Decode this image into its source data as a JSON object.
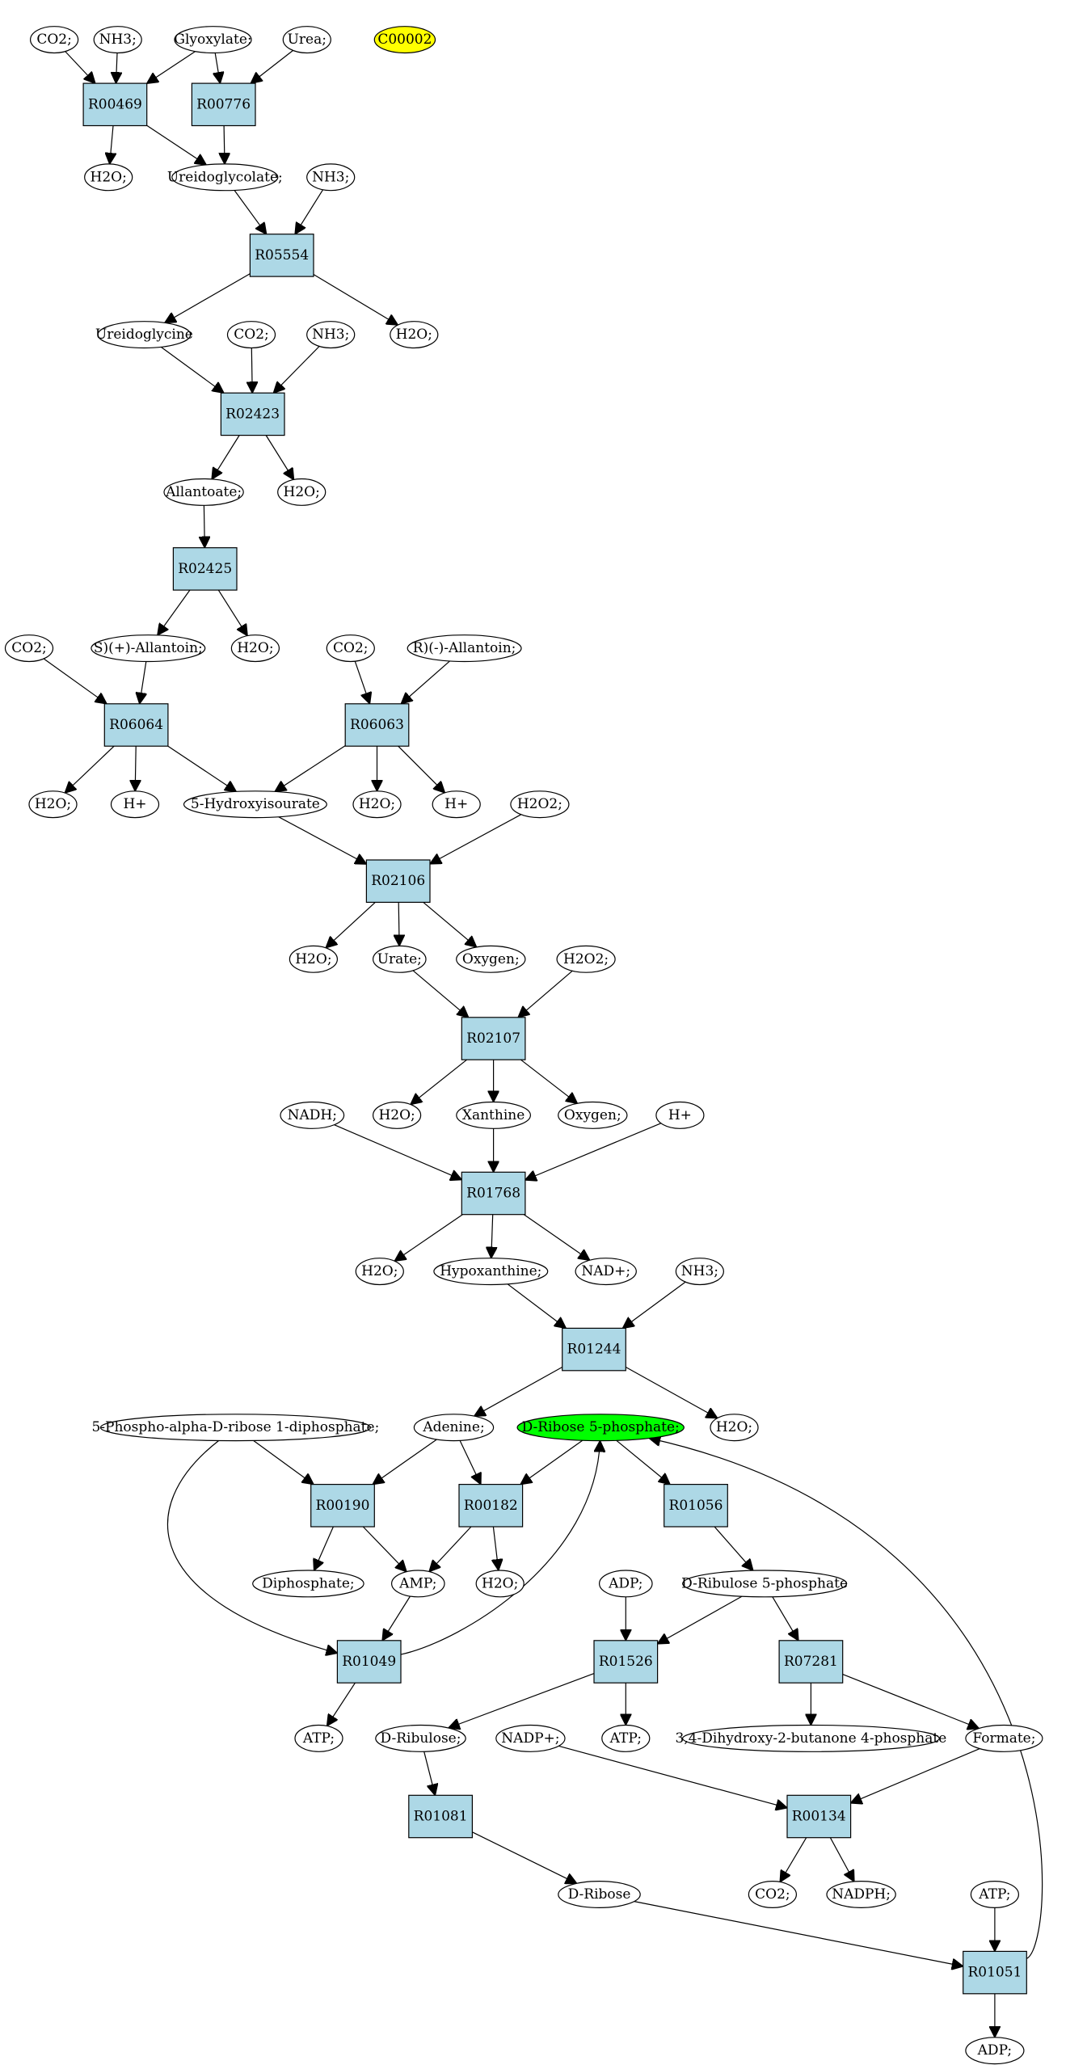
{
  "colors": {
    "reaction_fill": "#add8e6",
    "metabolite_fill": "#ffffff",
    "highlight_yellow": "#ffff00",
    "highlight_green": "#00ff00",
    "stroke": "#000000"
  },
  "nodes": {
    "c_co2_1": {
      "label": "CO2;",
      "kind": "metabolite"
    },
    "c_nh3_1": {
      "label": "NH3;",
      "kind": "metabolite"
    },
    "c_glyoxylate": {
      "label": "Glyoxylate;",
      "kind": "metabolite"
    },
    "c_urea": {
      "label": "Urea;",
      "kind": "metabolite"
    },
    "c_c00002": {
      "label": "C00002",
      "kind": "metabolite",
      "fill": "yellow"
    },
    "r_r00469": {
      "label": "R00469",
      "kind": "reaction"
    },
    "r_r00776": {
      "label": "R00776",
      "kind": "reaction"
    },
    "c_h2o_1": {
      "label": "H2O;",
      "kind": "metabolite"
    },
    "c_ureidoglycolate": {
      "label": "Ureidoglycolate;",
      "kind": "metabolite"
    },
    "c_nh3_2": {
      "label": "NH3;",
      "kind": "metabolite"
    },
    "r_r05554": {
      "label": "R05554",
      "kind": "reaction"
    },
    "c_ureidoglycine": {
      "label": "Ureidoglycine",
      "kind": "metabolite"
    },
    "c_h2o_2": {
      "label": "H2O;",
      "kind": "metabolite"
    },
    "c_co2_2": {
      "label": "CO2;",
      "kind": "metabolite"
    },
    "c_nh3_3": {
      "label": "NH3;",
      "kind": "metabolite"
    },
    "r_r02423": {
      "label": "R02423",
      "kind": "reaction"
    },
    "c_allantoate": {
      "label": "Allantoate;",
      "kind": "metabolite"
    },
    "c_h2o_3": {
      "label": "H2O;",
      "kind": "metabolite"
    },
    "r_r02425": {
      "label": "R02425",
      "kind": "reaction"
    },
    "c_co2_3": {
      "label": "CO2;",
      "kind": "metabolite"
    },
    "c_s_allantoin": {
      "label": "S)(+)-Allantoin;",
      "kind": "metabolite"
    },
    "c_h2o_4": {
      "label": "H2O;",
      "kind": "metabolite"
    },
    "c_co2_4": {
      "label": "CO2;",
      "kind": "metabolite"
    },
    "c_r_allantoin": {
      "label": "R)(-)-Allantoin;",
      "kind": "metabolite"
    },
    "r_r06064": {
      "label": "R06064",
      "kind": "reaction"
    },
    "r_r06063": {
      "label": "R06063",
      "kind": "reaction"
    },
    "c_h2o_5": {
      "label": "H2O;",
      "kind": "metabolite"
    },
    "c_hplus_1": {
      "label": "H+",
      "kind": "metabolite"
    },
    "c_5hydroxyisourate": {
      "label": "5-Hydroxyisourate",
      "kind": "metabolite"
    },
    "c_h2o_6": {
      "label": "H2O;",
      "kind": "metabolite"
    },
    "c_hplus_2": {
      "label": "H+",
      "kind": "metabolite"
    },
    "c_h2o2_1": {
      "label": "H2O2;",
      "kind": "metabolite"
    },
    "r_r02106": {
      "label": "R02106",
      "kind": "reaction"
    },
    "c_h2o_7": {
      "label": "H2O;",
      "kind": "metabolite"
    },
    "c_urate": {
      "label": "Urate;",
      "kind": "metabolite"
    },
    "c_oxygen_1": {
      "label": "Oxygen;",
      "kind": "metabolite"
    },
    "c_h2o2_2": {
      "label": "H2O2;",
      "kind": "metabolite"
    },
    "r_r02107": {
      "label": "R02107",
      "kind": "reaction"
    },
    "c_nadh": {
      "label": "NADH;",
      "kind": "metabolite"
    },
    "c_h2o_8": {
      "label": "H2O;",
      "kind": "metabolite"
    },
    "c_xanthine": {
      "label": "Xanthine",
      "kind": "metabolite"
    },
    "c_oxygen_2": {
      "label": "Oxygen;",
      "kind": "metabolite"
    },
    "c_hplus_3": {
      "label": "H+",
      "kind": "metabolite"
    },
    "r_r01768": {
      "label": "R01768",
      "kind": "reaction"
    },
    "c_h2o_9": {
      "label": "H2O;",
      "kind": "metabolite"
    },
    "c_hypoxanthine": {
      "label": "Hypoxanthine;",
      "kind": "metabolite"
    },
    "c_nadplus_1": {
      "label": "NAD+;",
      "kind": "metabolite"
    },
    "c_nh3_4": {
      "label": "NH3;",
      "kind": "metabolite"
    },
    "r_r01244": {
      "label": "R01244",
      "kind": "reaction"
    },
    "c_prpp": {
      "label": "5-Phospho-alpha-D-ribose 1-diphosphate;",
      "kind": "metabolite"
    },
    "c_adenine": {
      "label": "Adenine;",
      "kind": "metabolite"
    },
    "c_ribose5p": {
      "label": "D-Ribose 5-phosphate;",
      "kind": "metabolite",
      "fill": "green"
    },
    "c_h2o_10": {
      "label": "H2O;",
      "kind": "metabolite"
    },
    "r_r00190": {
      "label": "R00190",
      "kind": "reaction"
    },
    "r_r00182": {
      "label": "R00182",
      "kind": "reaction"
    },
    "r_r01056": {
      "label": "R01056",
      "kind": "reaction"
    },
    "c_diphosphate": {
      "label": "Diphosphate;",
      "kind": "metabolite"
    },
    "c_amp": {
      "label": "AMP;",
      "kind": "metabolite"
    },
    "c_h2o_11": {
      "label": "H2O;",
      "kind": "metabolite"
    },
    "c_adp_1": {
      "label": "ADP;",
      "kind": "metabolite"
    },
    "c_ribulose5p": {
      "label": "D-Ribulose 5-phosphate",
      "kind": "metabolite"
    },
    "r_r01049": {
      "label": "R01049",
      "kind": "reaction"
    },
    "r_r01526": {
      "label": "R01526",
      "kind": "reaction"
    },
    "r_r07281": {
      "label": "R07281",
      "kind": "reaction"
    },
    "c_atp_1": {
      "label": "ATP;",
      "kind": "metabolite"
    },
    "c_ribulose": {
      "label": "D-Ribulose;",
      "kind": "metabolite"
    },
    "c_nadpplus": {
      "label": "NADP+;",
      "kind": "metabolite"
    },
    "c_atp_2": {
      "label": "ATP;",
      "kind": "metabolite"
    },
    "c_dhbp": {
      "label": "3,4-Dihydroxy-2-butanone 4-phosphate",
      "kind": "metabolite"
    },
    "c_formate": {
      "label": "Formate;",
      "kind": "metabolite"
    },
    "r_r01081": {
      "label": "R01081",
      "kind": "reaction"
    },
    "r_r00134": {
      "label": "R00134",
      "kind": "reaction"
    },
    "c_ribose": {
      "label": "D-Ribose",
      "kind": "metabolite"
    },
    "c_co2_5": {
      "label": "CO2;",
      "kind": "metabolite"
    },
    "c_nadph": {
      "label": "NADPH;",
      "kind": "metabolite"
    },
    "c_atp_3": {
      "label": "ATP;",
      "kind": "metabolite"
    },
    "r_r01051": {
      "label": "R01051",
      "kind": "reaction"
    },
    "c_adp_2": {
      "label": "ADP;",
      "kind": "metabolite"
    }
  },
  "edges": [
    [
      "c_co2_1",
      "r_r00469"
    ],
    [
      "c_nh3_1",
      "r_r00469"
    ],
    [
      "c_glyoxylate",
      "r_r00469"
    ],
    [
      "c_glyoxylate",
      "r_r00776"
    ],
    [
      "c_urea",
      "r_r00776"
    ],
    [
      "r_r00469",
      "c_h2o_1"
    ],
    [
      "r_r00469",
      "c_ureidoglycolate"
    ],
    [
      "r_r00776",
      "c_ureidoglycolate"
    ],
    [
      "c_ureidoglycolate",
      "r_r05554"
    ],
    [
      "c_nh3_2",
      "r_r05554"
    ],
    [
      "r_r05554",
      "c_ureidoglycine"
    ],
    [
      "r_r05554",
      "c_h2o_2"
    ],
    [
      "c_ureidoglycine",
      "r_r02423"
    ],
    [
      "c_co2_2",
      "r_r02423"
    ],
    [
      "c_nh3_3",
      "r_r02423"
    ],
    [
      "r_r02423",
      "c_allantoate"
    ],
    [
      "r_r02423",
      "c_h2o_3"
    ],
    [
      "c_allantoate",
      "r_r02425"
    ],
    [
      "r_r02425",
      "c_s_allantoin"
    ],
    [
      "r_r02425",
      "c_h2o_4"
    ],
    [
      "c_co2_3",
      "r_r06064"
    ],
    [
      "c_s_allantoin",
      "r_r06064"
    ],
    [
      "c_co2_4",
      "r_r06063"
    ],
    [
      "c_r_allantoin",
      "r_r06063"
    ],
    [
      "r_r06064",
      "c_h2o_5"
    ],
    [
      "r_r06064",
      "c_hplus_1"
    ],
    [
      "r_r06064",
      "c_5hydroxyisourate"
    ],
    [
      "r_r06063",
      "c_5hydroxyisourate"
    ],
    [
      "r_r06063",
      "c_h2o_6"
    ],
    [
      "r_r06063",
      "c_hplus_2"
    ],
    [
      "c_5hydroxyisourate",
      "r_r02106"
    ],
    [
      "c_h2o2_1",
      "r_r02106"
    ],
    [
      "r_r02106",
      "c_h2o_7"
    ],
    [
      "r_r02106",
      "c_urate"
    ],
    [
      "r_r02106",
      "c_oxygen_1"
    ],
    [
      "c_urate",
      "r_r02107"
    ],
    [
      "c_h2o2_2",
      "r_r02107"
    ],
    [
      "r_r02107",
      "c_h2o_8"
    ],
    [
      "r_r02107",
      "c_xanthine"
    ],
    [
      "r_r02107",
      "c_oxygen_2"
    ],
    [
      "c_nadh",
      "r_r01768"
    ],
    [
      "c_xanthine",
      "r_r01768"
    ],
    [
      "c_hplus_3",
      "r_r01768"
    ],
    [
      "r_r01768",
      "c_h2o_9"
    ],
    [
      "r_r01768",
      "c_hypoxanthine"
    ],
    [
      "r_r01768",
      "c_nadplus_1"
    ],
    [
      "c_hypoxanthine",
      "r_r01244"
    ],
    [
      "c_nh3_4",
      "r_r01244"
    ],
    [
      "r_r01244",
      "c_adenine"
    ],
    [
      "r_r01244",
      "c_h2o_10"
    ],
    [
      "c_prpp",
      "r_r00190"
    ],
    [
      "c_adenine",
      "r_r00190"
    ],
    [
      "c_adenine",
      "r_r00182"
    ],
    [
      "c_ribose5p",
      "r_r00182"
    ],
    [
      "c_ribose5p",
      "r_r01056"
    ],
    [
      "r_r00190",
      "c_diphosphate"
    ],
    [
      "r_r00190",
      "c_amp"
    ],
    [
      "r_r00182",
      "c_amp"
    ],
    [
      "r_r00182",
      "c_h2o_11"
    ],
    [
      "r_r01056",
      "c_ribulose5p"
    ],
    [
      "c_prpp",
      "r_r01049"
    ],
    [
      "c_amp",
      "r_r01049"
    ],
    [
      "r_r01049",
      "c_ribose5p"
    ],
    [
      "r_r01049",
      "c_atp_1"
    ],
    [
      "c_adp_1",
      "r_r01526"
    ],
    [
      "c_ribulose5p",
      "r_r01526"
    ],
    [
      "c_ribulose5p",
      "r_r07281"
    ],
    [
      "r_r01526",
      "c_ribulose"
    ],
    [
      "r_r01526",
      "c_atp_2"
    ],
    [
      "r_r07281",
      "c_dhbp"
    ],
    [
      "r_r07281",
      "c_formate"
    ],
    [
      "c_ribulose",
      "r_r01081"
    ],
    [
      "c_nadpplus",
      "r_r00134"
    ],
    [
      "c_formate",
      "r_r00134"
    ],
    [
      "r_r01081",
      "c_ribose"
    ],
    [
      "r_r00134",
      "c_co2_5"
    ],
    [
      "r_r00134",
      "c_nadph"
    ],
    [
      "c_ribose",
      "r_r01051"
    ],
    [
      "c_atp_3",
      "r_r01051"
    ],
    [
      "r_r01051",
      "c_ribose5p"
    ],
    [
      "r_r01051",
      "c_adp_2"
    ]
  ]
}
